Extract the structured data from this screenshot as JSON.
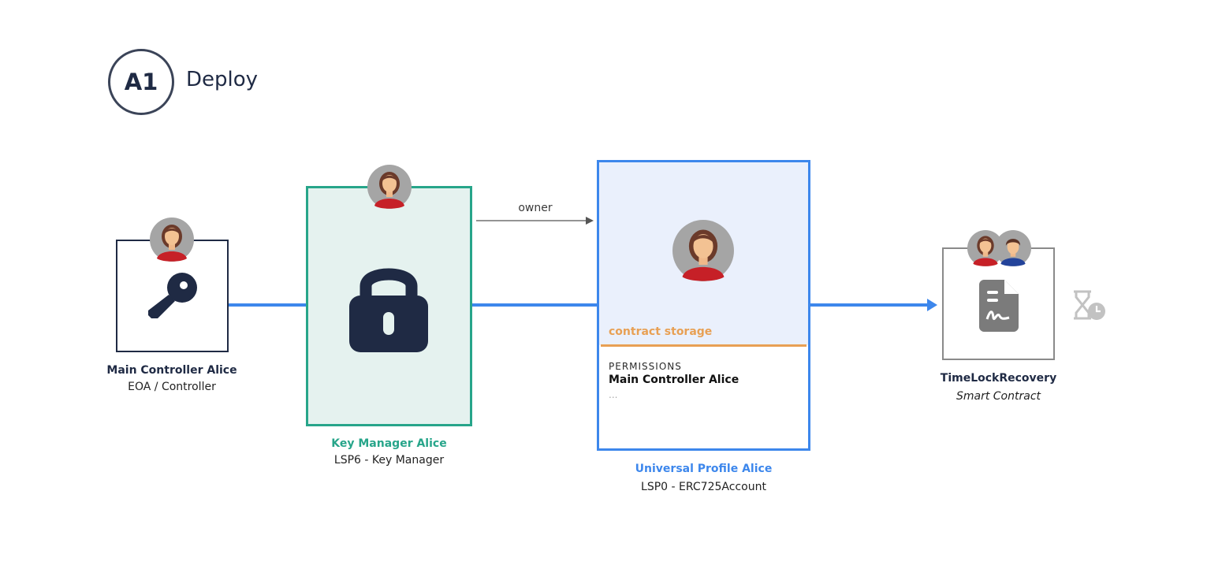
{
  "step": {
    "badge": "A1",
    "title": "Deploy"
  },
  "connections": {
    "owner_label": "owner"
  },
  "nodes": {
    "main_controller": {
      "name": "Main Controller Alice",
      "subtitle": "EOA / Controller",
      "icon": "key-icon"
    },
    "key_manager": {
      "name": "Key Manager Alice",
      "subtitle": "LSP6 - Key Manager",
      "icon": "lock-icon",
      "accent": "#27a58a"
    },
    "universal_profile": {
      "name": "Universal Profile Alice",
      "subtitle": "LSP0 - ERC725Account",
      "accent": "#3d87ec",
      "storage": {
        "label": "contract storage",
        "key": "PERMISSIONS",
        "value": "Main Controller Alice",
        "more": "..."
      }
    },
    "timelock": {
      "name": "TimeLockRecovery",
      "subtitle": "Smart Contract",
      "icon": "contract-document-icon"
    }
  },
  "colors": {
    "line": "#3d87ec",
    "navy": "#1f2a44",
    "storage": "#e8a054",
    "teal": "#27a58a"
  }
}
